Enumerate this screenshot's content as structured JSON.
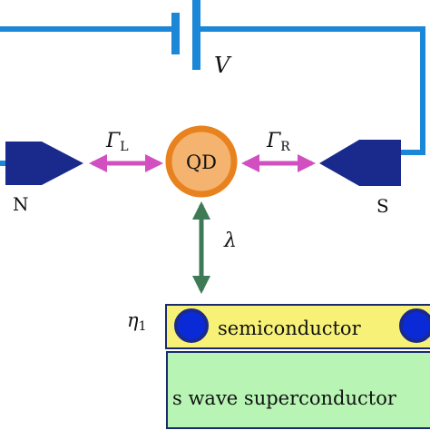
{
  "circuit": {
    "voltage_label": "V"
  },
  "quantum_dot": {
    "label": "QD",
    "fill_color": "#f5b370",
    "ring_color": "#e8821f"
  },
  "leads": {
    "left": {
      "label": "N"
    },
    "right": {
      "label": "S"
    },
    "color": "#1a2a8c",
    "wire_color": "#1b87d6"
  },
  "couplings": {
    "left": {
      "symbol": "Γ",
      "subscript": "L"
    },
    "right": {
      "symbol": "Γ",
      "subscript": "R"
    },
    "arrow_color": "#d14fc0",
    "lambda": {
      "symbol": "λ",
      "arrow_color": "#3d7a55"
    }
  },
  "nanowire": {
    "eta": {
      "symbol": "η",
      "subscript": "1"
    },
    "semiconductor_label": "semiconductor",
    "superconductor_label": "s wave superconductor",
    "semiconductor_color": "#f7f178",
    "superconductor_color": "#b8f5b5",
    "majorana_color": "#0a2ad8"
  }
}
